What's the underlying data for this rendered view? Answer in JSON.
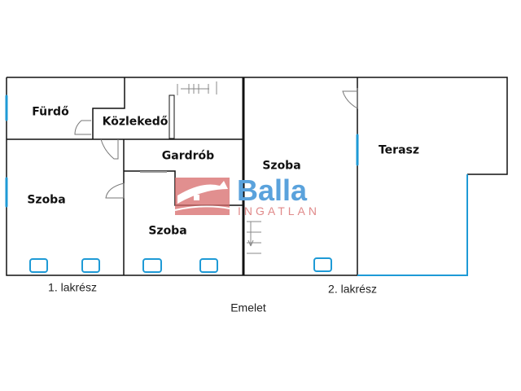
{
  "rooms": {
    "furdo": "Fürdő",
    "kozlekedo": "Közlekedő",
    "gardrob": "Gardrób",
    "szoba1": "Szoba",
    "szoba2": "Szoba",
    "szoba3": "Szoba",
    "terasz": "Terasz"
  },
  "captions": {
    "part1": "1. lakrész",
    "part2": "2. lakrész",
    "floor": "Emelet"
  },
  "watermark": {
    "brand": "Balla",
    "sub": "INGATLAN"
  },
  "colors": {
    "wall": "#111111",
    "window": "#1e9ad6",
    "logo_red": "#d86a6a",
    "logo_blue": "#3d8fd4"
  }
}
